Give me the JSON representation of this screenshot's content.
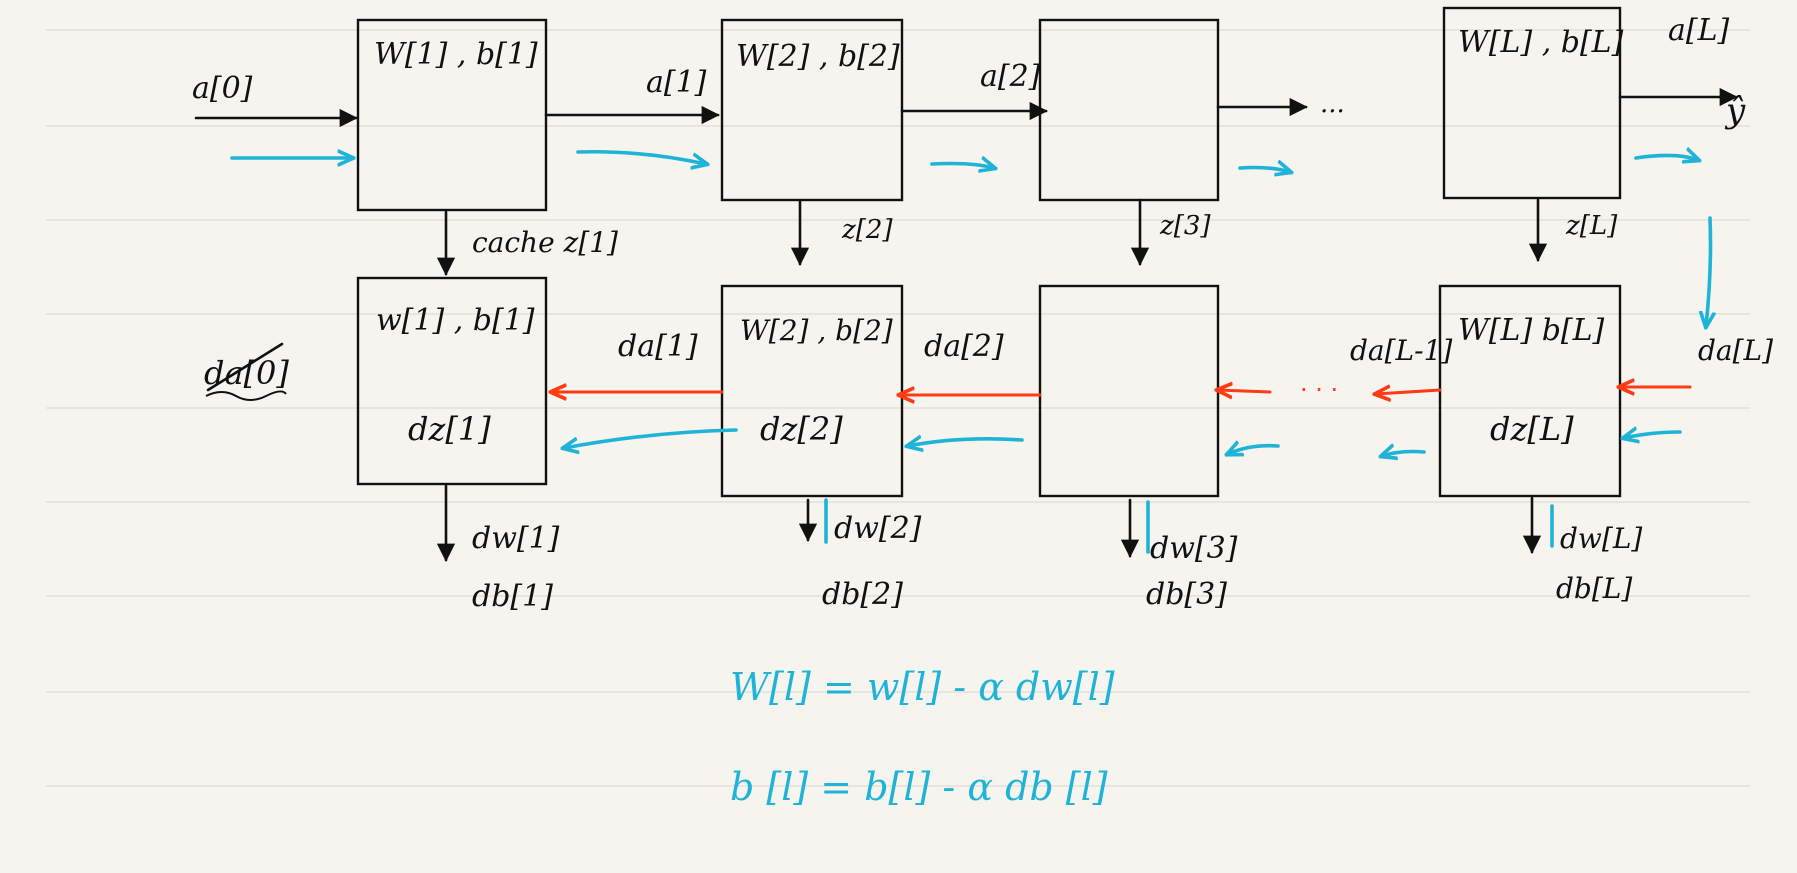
{
  "colors": {
    "ink": "#111111",
    "cyan": "#1fb3d8",
    "red": "#ff3a14",
    "paper": "#f6f4ef"
  },
  "forward": {
    "input_label": "a[0]",
    "box1_label": "W[1] , b[1]",
    "a1_label": "a[1]",
    "box2_label": "W[2] , b[2]",
    "a2_label": "a[2]",
    "dots": "...",
    "boxL_label": "W[L] , b[L]",
    "aL_label": "a[L]",
    "output_label": "ŷ",
    "cache_label": "cache  z[1]",
    "z2_label": "z[2]",
    "z3_label": "z[3]",
    "zL_label": "z[L]"
  },
  "backward": {
    "da0_label": "da[0]",
    "box1_params": "w[1] , b[1]",
    "box1_dz": "dz[1]",
    "da1_label": "da[1]",
    "box2_params": "W[2] , b[2]",
    "box2_dz": "dz[2]",
    "da2_label": "da[2]",
    "dots": "· · ·",
    "daLm1_label": "da[L-1]",
    "boxL_params": "W[L]  b[L]",
    "boxL_dz": "dz[L]",
    "daL_label": "da[L]",
    "dw1": "dw[1]",
    "db1": "db[1]",
    "dw2": "dw[2]",
    "db2": "db[2]",
    "dw3": "dw[3]",
    "db3": "db[3]",
    "dwL": "dw[L]",
    "dbL": "db[L]"
  },
  "update": {
    "w_rule": "W[l] =  w[l] - α dw[l]",
    "b_rule": "b [l] =  b[l] - α db [l]"
  }
}
